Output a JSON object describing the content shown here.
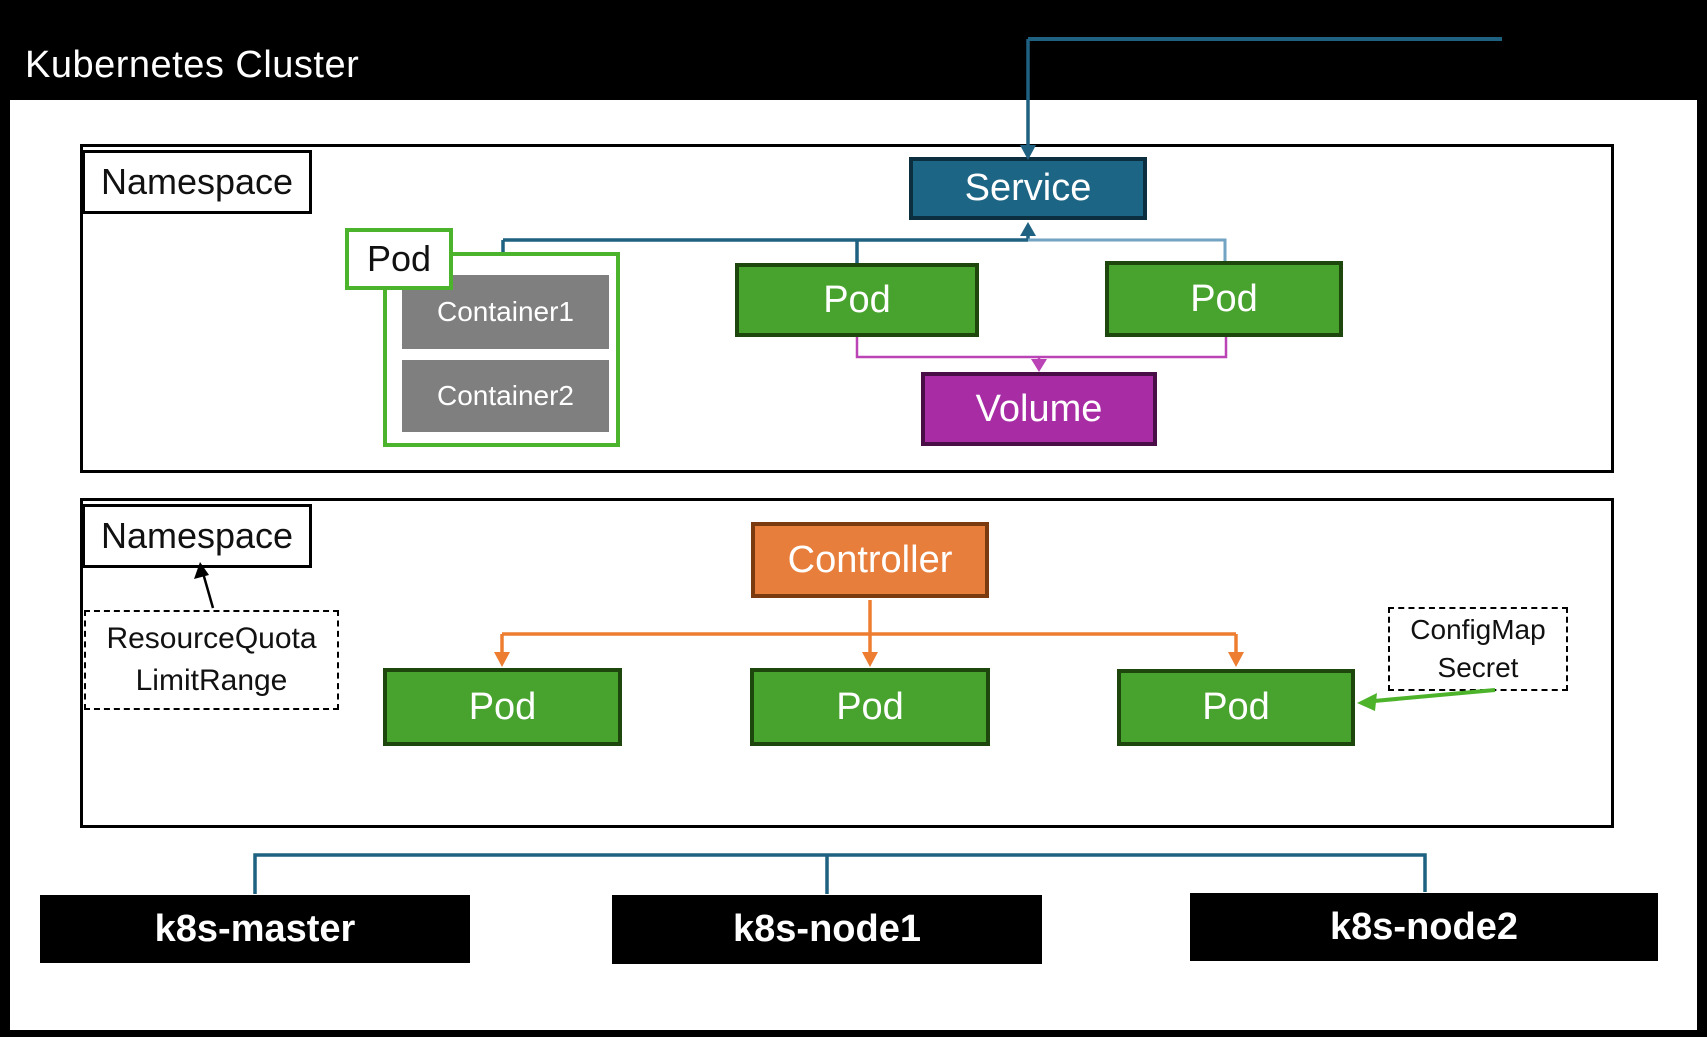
{
  "title": "Kubernetes Cluster",
  "namespace1": {
    "label": "Namespace",
    "pod_group": {
      "label": "Pod",
      "containers": [
        "Container1",
        "Container2"
      ]
    },
    "service": "Service",
    "pods": [
      "Pod",
      "Pod"
    ],
    "volume": "Volume"
  },
  "namespace2": {
    "label": "Namespace",
    "controller": "Controller",
    "pods": [
      "Pod",
      "Pod",
      "Pod"
    ],
    "quota_note": {
      "line1": "ResourceQuota",
      "line2": "LimitRange"
    },
    "config_note": {
      "line1": "ConfigMap",
      "line2": "Secret"
    }
  },
  "nodes": [
    "k8s-master",
    "k8s-node1",
    "k8s-node2"
  ],
  "colors": {
    "service_fill": "#1d6584",
    "service_border": "#0c2f40",
    "pod_fill": "#48a32e",
    "pod_border": "#1e470d",
    "pod_outline_green": "#4cb32c",
    "volume_fill": "#a82ca4",
    "volume_border": "#4a0e47",
    "controller_fill": "#e87e3b",
    "controller_border": "#7a3b10",
    "container_gray": "#7f7f7f",
    "line_blue": "#1f6181",
    "line_blue_light": "#72a3c2",
    "line_magenta": "#ba43b6",
    "line_orange": "#ed7d31",
    "line_green": "#4db32b",
    "background": "#000000",
    "canvas": "#ffffff"
  }
}
